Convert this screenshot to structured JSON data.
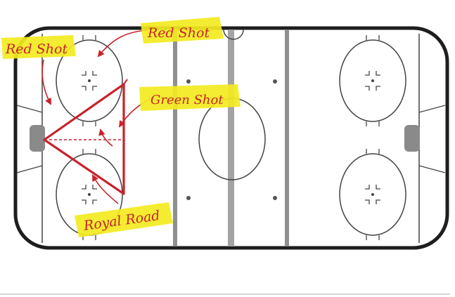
{
  "labels": {
    "red_shot_top": "Red Shot",
    "red_shot_left": "Red Shot",
    "green_shot": "Green Shot",
    "royal_road": "Royal Road"
  },
  "colors": {
    "annotation_red": "#c8232b",
    "highlighter_yellow": "#f3ea1f",
    "rink_line": "#2b2b2b",
    "rink_gray": "#9a9a9a",
    "goal_gray": "#8c8c8c"
  }
}
